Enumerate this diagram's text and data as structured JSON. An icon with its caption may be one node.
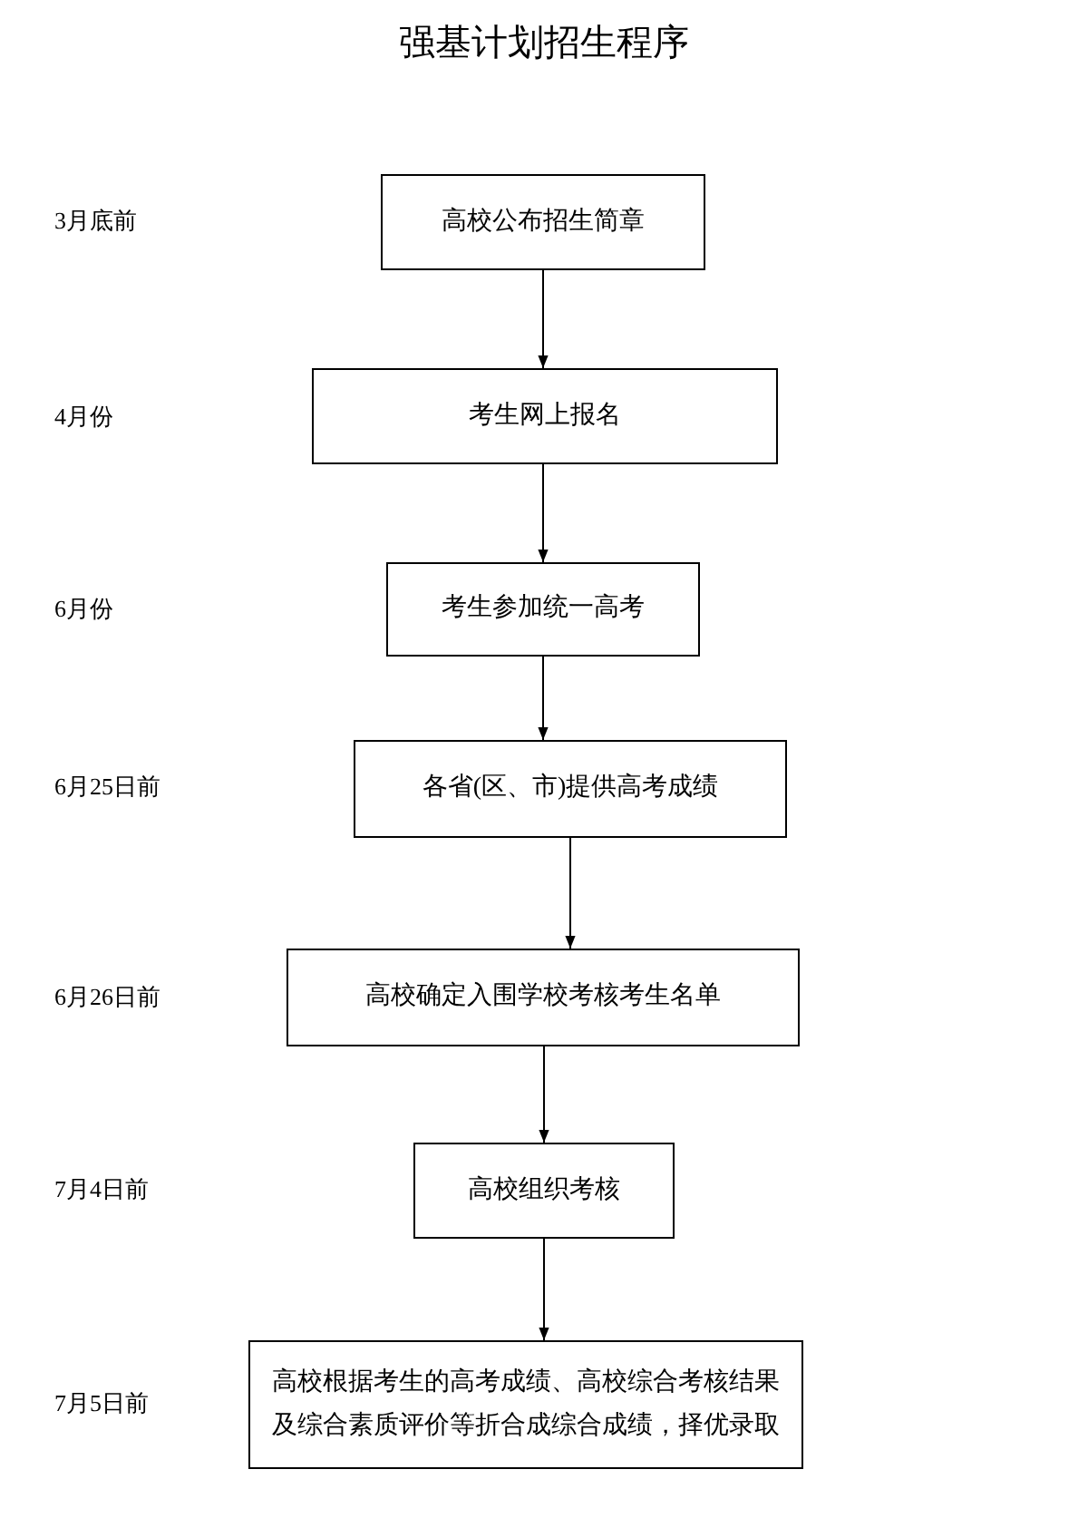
{
  "diagram": {
    "title": "强基计划招生程序",
    "nodes": [
      {
        "text": [
          "高校公布招生简章"
        ]
      },
      {
        "text": [
          "考生网上报名"
        ]
      },
      {
        "text": [
          "考生参加统一高考"
        ]
      },
      {
        "text": [
          "各省(区、市)提供高考成绩"
        ]
      },
      {
        "text": [
          "高校确定入围学校考核考生名单"
        ]
      },
      {
        "text": [
          "高校组织考核"
        ]
      },
      {
        "text": [
          "高校根据考生的高考成绩、高校综合考核结果及综合素质评价等折合成综合成绩，择优录取"
        ]
      }
    ],
    "edges": [
      {
        "from": 0,
        "to": 1,
        "arrow": "to"
      },
      {
        "from": 1,
        "to": 2,
        "arrow": "to"
      },
      {
        "from": 2,
        "to": 3,
        "arrow": "to"
      },
      {
        "from": 3,
        "to": 4,
        "arrow": "to"
      },
      {
        "from": 4,
        "to": 5,
        "arrow": "to"
      },
      {
        "from": 5,
        "to": 6,
        "arrow": "to"
      }
    ],
    "labels": [
      "3月底前",
      "4月份",
      "6月份",
      "6月25日前",
      "6月26日前",
      "7月4日前",
      "7月5日前"
    ]
  }
}
